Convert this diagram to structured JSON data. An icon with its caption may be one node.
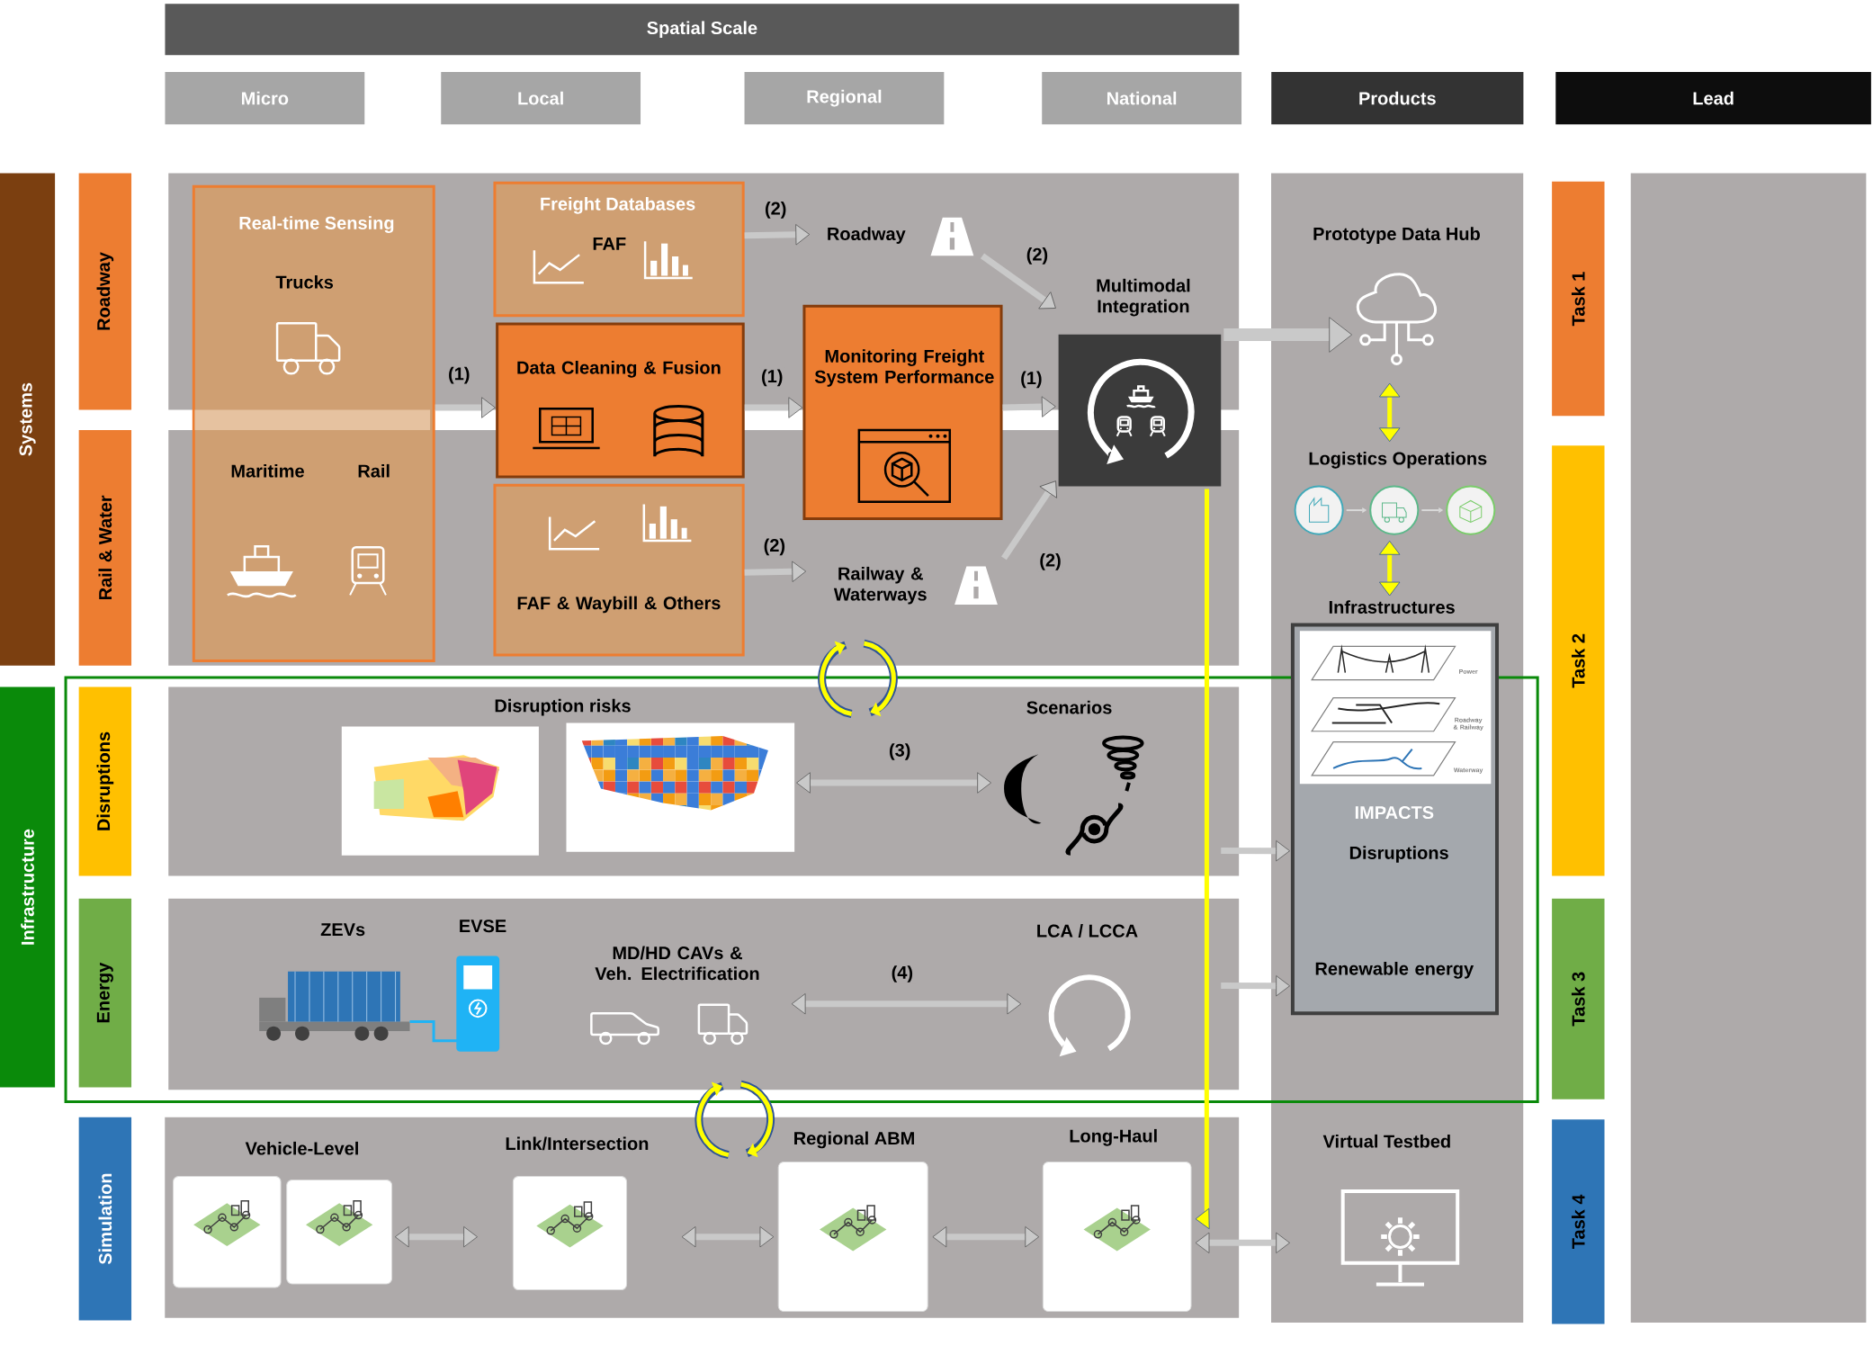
{
  "diagram": {
    "nodes": [
      {
        "text": [
          "Spatial Scale"
        ]
      },
      {
        "text": [
          "Micro"
        ]
      },
      {
        "text": [
          "Local"
        ]
      },
      {
        "text": [
          "Regional"
        ]
      },
      {
        "text": [
          "National"
        ]
      },
      {
        "text": [
          "Products"
        ]
      },
      {
        "text": [
          "Lead"
        ]
      },
      {
        "text": [
          "Systems"
        ]
      },
      {
        "text": [
          "Roadway"
        ]
      },
      {
        "text": [
          "Rail & Water"
        ]
      },
      {
        "text": [
          "Infrastructure"
        ]
      },
      {
        "text": [
          "Disruptions"
        ]
      },
      {
        "text": [
          "Energy"
        ]
      },
      {
        "text": [
          "Simulation"
        ]
      },
      {
        "text": [
          "Task 1"
        ]
      },
      {
        "text": [
          "Task 2"
        ]
      },
      {
        "text": [
          "Task 3"
        ]
      },
      {
        "text": [
          "Task 4"
        ]
      },
      {
        "text": [
          "Real-time Sensing",
          "Trucks",
          "Maritime",
          "Rail"
        ]
      },
      {
        "text": [
          "Freight Databases",
          "FAF"
        ]
      },
      {
        "text": [
          "Data Cleaning & Fusion"
        ]
      },
      {
        "text": [
          "FAF & Waybill & Others"
        ]
      },
      {
        "text": [
          "Roadway"
        ]
      },
      {
        "text": [
          "Railway & Waterways"
        ]
      },
      {
        "text": [
          "Monitoring Freight System Performance"
        ]
      },
      {
        "text": [
          "Multimodal Integration"
        ]
      },
      {
        "text": [
          "Prototype Data Hub"
        ]
      },
      {
        "text": [
          "Logistics Operations"
        ]
      },
      {
        "text": [
          "Infrastructures",
          "Power",
          "Roadway & Railway",
          "Waterway",
          "IMPACTS",
          "Disruptions",
          "Renewable energy"
        ]
      },
      {
        "text": [
          "Disruption risks"
        ]
      },
      {
        "text": [
          "Scenarios"
        ]
      },
      {
        "text": [
          "MD/HD CAVs & Veh. Electrification"
        ]
      },
      {
        "text": [
          "LCA / LCCA"
        ]
      },
      {
        "text": [
          "Vehicle-Level"
        ]
      },
      {
        "text": [
          "Link/Intersection"
        ]
      },
      {
        "text": [
          "Regional ABM"
        ]
      },
      {
        "text": [
          "Long-Haul"
        ]
      },
      {
        "text": [
          "Virtual Testbed"
        ]
      }
    ],
    "edges": [
      {
        "from": 18,
        "to": 20,
        "arrow": "to",
        "label": "(1)"
      },
      {
        "from": 20,
        "to": 24,
        "arrow": "to",
        "label": "(1)"
      },
      {
        "from": 24,
        "to": 25,
        "arrow": "to",
        "label": "(1)"
      },
      {
        "from": 19,
        "to": 22,
        "arrow": "to",
        "label": "(2)"
      },
      {
        "from": 21,
        "to": 23,
        "arrow": "to",
        "label": "(2)"
      },
      {
        "from": 22,
        "to": 25,
        "arrow": "to",
        "label": "(2)"
      },
      {
        "from": 23,
        "to": 25,
        "arrow": "to",
        "label": "(2)"
      },
      {
        "from": 25,
        "to": 26,
        "arrow": "to",
        "style": "thick"
      },
      {
        "from": 26,
        "to": 27,
        "arrow": "both",
        "color": "#ffff00"
      },
      {
        "from": 27,
        "to": 28,
        "arrow": "both",
        "color": "#ffff00"
      },
      {
        "from": 29,
        "to": 30,
        "arrow": "both",
        "label": "(3)"
      },
      {
        "from": 31,
        "to": 32,
        "arrow": "both",
        "label": "(4)"
      },
      {
        "from": null,
        "to": 28,
        "arrow": "to"
      },
      {
        "from": null,
        "to": 28,
        "arrow": "to"
      },
      {
        "from": 33,
        "to": 34,
        "arrow": "both"
      },
      {
        "from": 34,
        "to": 35,
        "arrow": "both"
      },
      {
        "from": 35,
        "to": 36,
        "arrow": "both"
      },
      {
        "from": 36,
        "to": 37,
        "arrow": "both"
      },
      {
        "from": 25,
        "to": 36,
        "arrow": "to",
        "color": "#ffff00"
      }
    ],
    "labels": [
      "ZEVs",
      "EVSE"
    ]
  }
}
